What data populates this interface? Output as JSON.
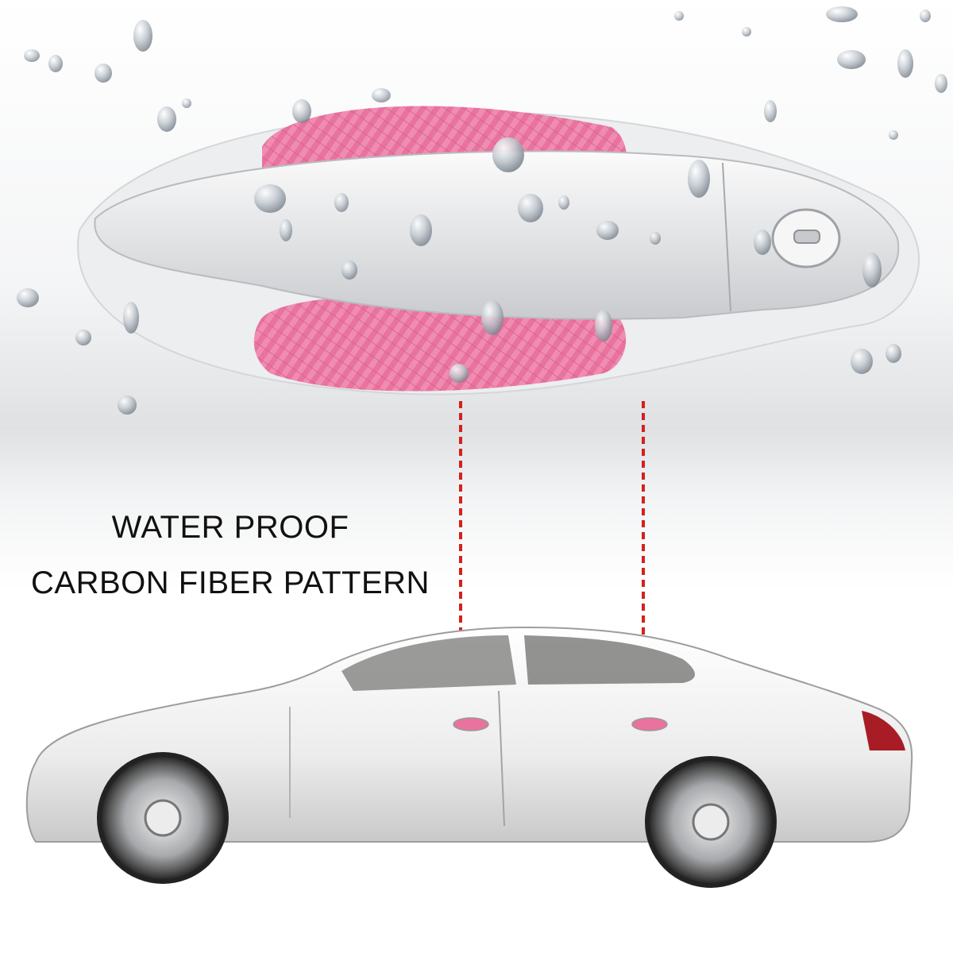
{
  "caption": {
    "line1": "WATER PROOF",
    "line2": "CARBON FIBER PATTERN"
  },
  "colors": {
    "film": "#e8739e",
    "guide_line": "#d42020",
    "handle": "#e6e6e6",
    "car_body": "#f2f2f2",
    "text": "#111111"
  },
  "icons": [
    "water-drop-icon",
    "car-illustration",
    "door-handle-illustration"
  ]
}
